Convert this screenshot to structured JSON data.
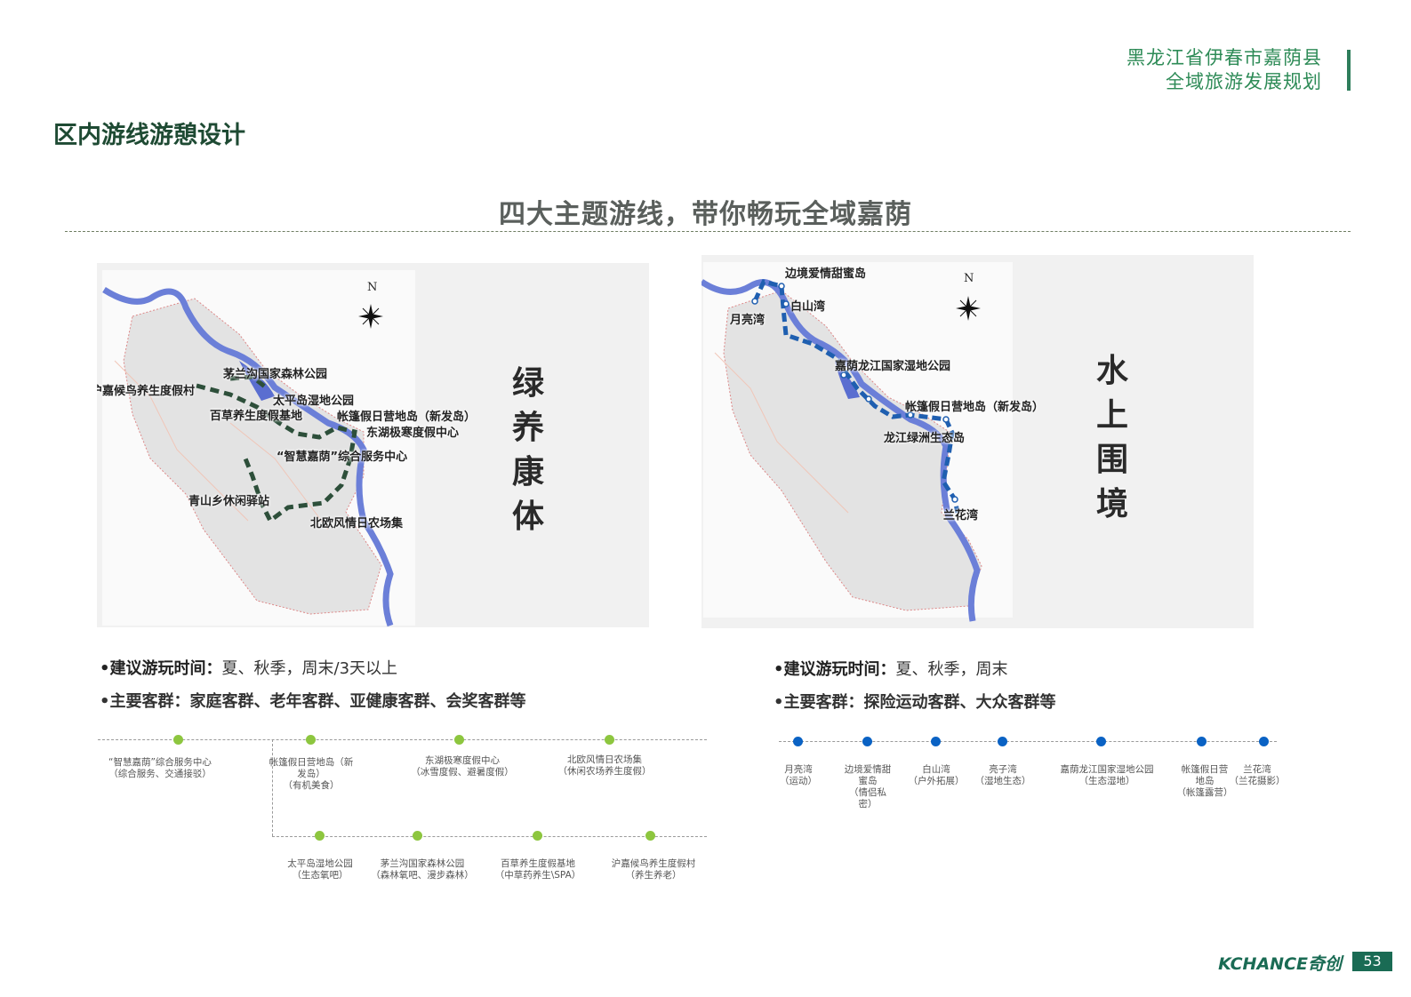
{
  "header": {
    "line1": "黑龙江省伊春市嘉荫县",
    "line2": "全域旅游发展规划"
  },
  "page_title": "区内游线游憩设计",
  "subtitle": "四大主题游线，带你畅玩全域嘉荫",
  "colors": {
    "green_route": "#2d4f3a",
    "blue_route": "#1f5fb0",
    "green_dot": "#8dc63f",
    "blue_dot": "#0a62c4",
    "brand": "#1a6b54"
  },
  "route1": {
    "theme_chars": [
      "绿",
      "养",
      "康",
      "体"
    ],
    "labels": {
      "l1": "茅兰沟国家森林公园",
      "l2": "沪嘉候鸟养生度假村",
      "l3": "太平岛湿地公园",
      "l4": "百草养生度假基地",
      "l5": "帐篷假日营地岛（新发岛）",
      "l6": "东湖极寒度假中心",
      "l7": "“智慧嘉荫”综合服务中心",
      "l8": "青山乡休闲驿站",
      "l9": "北欧风情日农场集"
    },
    "time_label": "•建议游玩时间：",
    "time_value": "夏、秋季，周末/3天以上",
    "group_label": "•主要客群：家庭客群、老年客群、亚健康客群、会奖客群等",
    "timeline_top": [
      {
        "text": "“智慧嘉荫”综合服务中心\n（综合服务、交通接驳）"
      },
      {
        "text": "帐篷假日营地岛（新\n发岛）\n（有机美食）"
      },
      {
        "text": "东湖极寒度假中心\n（冰雪度假、避暑度假）"
      },
      {
        "text": "北欧风情日农场集\n（休闲农场养生度假）"
      }
    ],
    "timeline_bottom": [
      {
        "text": "太平岛湿地公园\n（生态氧吧）"
      },
      {
        "text": "茅兰沟国家森林公园\n（森林氧吧、漫步森林）"
      },
      {
        "text": "百草养生度假基地\n（中草药养生\\SPA）"
      },
      {
        "text": "沪嘉候鸟养生度假村\n（养生养老）"
      }
    ]
  },
  "route2": {
    "theme_chars": [
      "水",
      "上",
      "围",
      "境"
    ],
    "labels": {
      "l1": "边境爱情甜蜜岛",
      "l2": "白山湾",
      "l3": "月亮湾",
      "l4": "嘉荫龙江国家湿地公园",
      "l5": "帐篷假日营地岛（新发岛）",
      "l6": "龙江绿洲生态岛",
      "l7": "兰花湾"
    },
    "time_label": "•建议游玩时间：",
    "time_value": "夏、秋季，周末",
    "group_label": "•主要客群：探险运动客群、大众客群等",
    "timeline": [
      {
        "text": "月亮湾\n（运动）"
      },
      {
        "text": "边境爱情甜\n蜜岛\n（情侣私\n密）"
      },
      {
        "text": "白山湾\n（户外拓展）"
      },
      {
        "text": "亮子湾\n（湿地生态）"
      },
      {
        "text": "嘉荫龙江国家湿地公园\n（生态湿地）"
      },
      {
        "text": "帐篷假日营\n地岛\n（帐篷露营）"
      },
      {
        "text": "兰花湾\n（兰花摄影）"
      }
    ]
  },
  "compass_label": "N",
  "footer": {
    "brand": "KCHANCE奇创",
    "page": "53"
  }
}
